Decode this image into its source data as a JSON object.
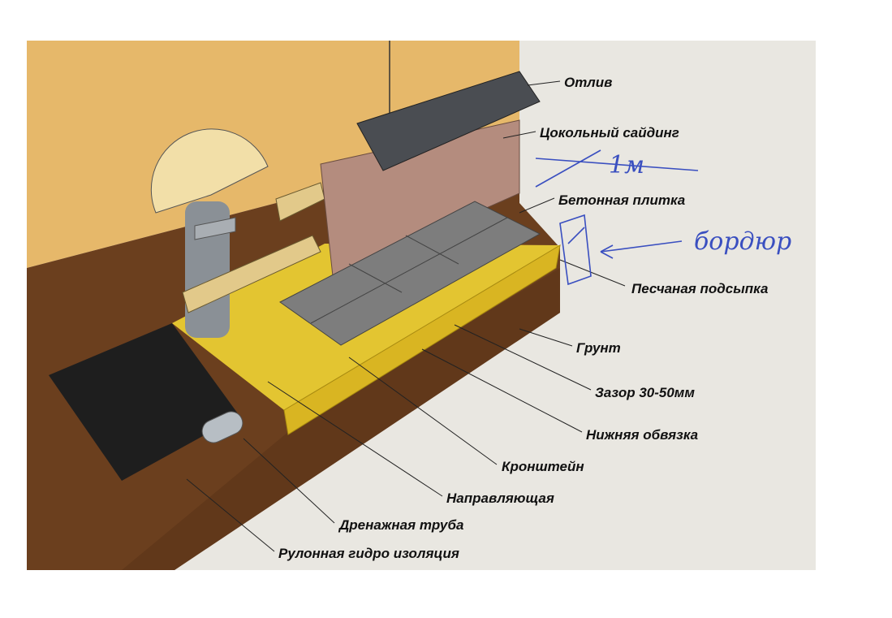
{
  "labels": {
    "otliv": "Отлив",
    "siding": "Цокольный сайдинг",
    "tile": "Бетонная плитка",
    "sand": "Песчаная подсыпка",
    "soil": "Грунт",
    "gap": "Зазор 30-50мм",
    "bottom_frame": "Нижняя обвязка",
    "bracket": "Кронштейн",
    "guide": "Направляющая",
    "drain_pipe": "Дренажная труба",
    "waterproofing": "Рулонная гидро изоляция"
  },
  "handwritten": {
    "width_note": "1м",
    "curb_note": "бордюр"
  },
  "colors": {
    "wall": "#e6b86a",
    "soil": "#6b3f1e",
    "sand": "#e3c531",
    "tile": "#7d7d7d",
    "siding": "#b48c7e",
    "ink": "#3a4fc0"
  }
}
